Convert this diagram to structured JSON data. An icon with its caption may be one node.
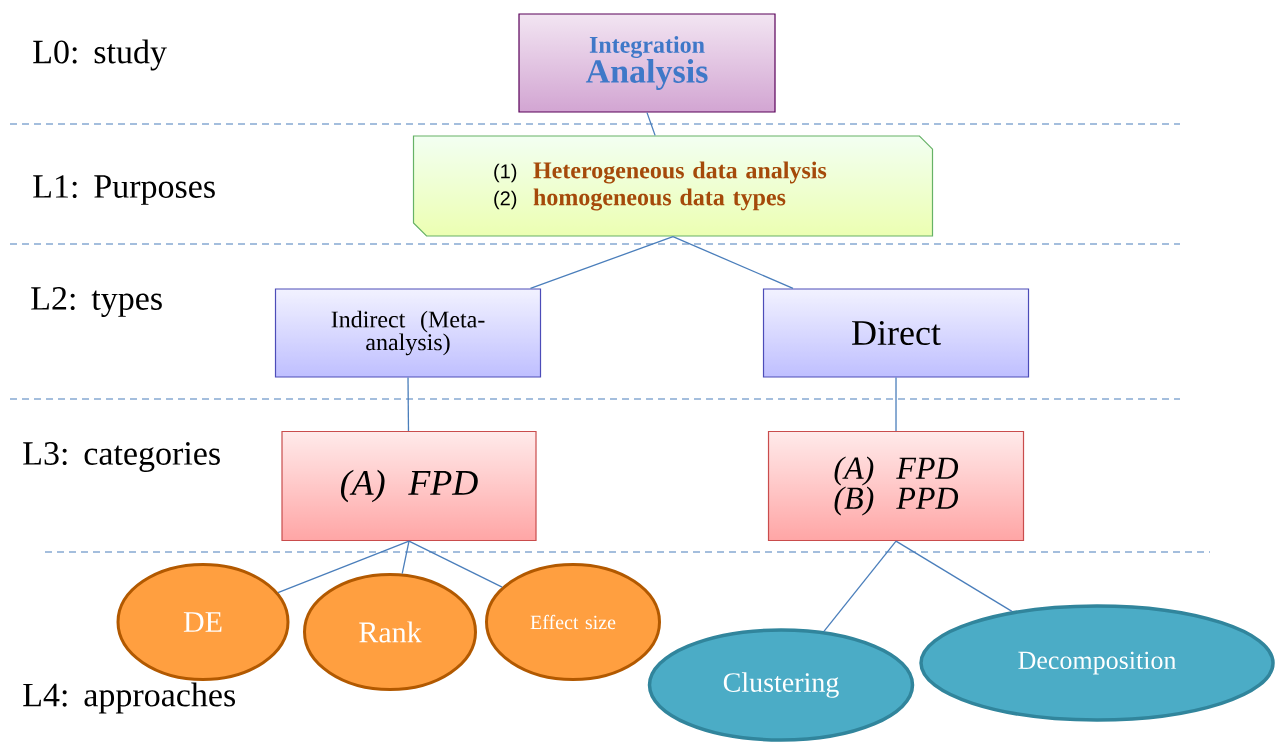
{
  "diagram": {
    "nodes": [
      {
        "text": [
          "Integration",
          "Analysis"
        ]
      },
      {
        "text": [
          "(1)",
          "Heterogeneous data analysis",
          "(2)",
          "homogeneous data types"
        ]
      },
      {
        "text": [
          "Indirect (Meta-analysis)"
        ]
      },
      {
        "text": [
          "Direct"
        ]
      },
      {
        "text": [
          "(A) FPD"
        ]
      },
      {
        "text": [
          "(A) FPD",
          "(B) PPD"
        ]
      },
      {
        "text": [
          "DE"
        ]
      },
      {
        "text": [
          "Rank"
        ]
      },
      {
        "text": [
          "Effect size"
        ]
      },
      {
        "text": [
          "Clustering"
        ]
      },
      {
        "text": [
          "Decomposition"
        ]
      }
    ],
    "edges": [
      {
        "from": 0,
        "to": 1,
        "arrow": "none"
      },
      {
        "from": 1,
        "to": 2,
        "arrow": "none"
      },
      {
        "from": 1,
        "to": 3,
        "arrow": "none"
      },
      {
        "from": 2,
        "to": 4,
        "arrow": "none"
      },
      {
        "from": 3,
        "to": 5,
        "arrow": "none"
      },
      {
        "from": 4,
        "to": 6,
        "arrow": "none"
      },
      {
        "from": 4,
        "to": 7,
        "arrow": "none"
      },
      {
        "from": 4,
        "to": 8,
        "arrow": "none"
      },
      {
        "from": 5,
        "to": 9,
        "arrow": "none"
      },
      {
        "from": 5,
        "to": 10,
        "arrow": "none"
      }
    ],
    "labels": [
      "L0: study",
      "L1: Purposes",
      "L2: types",
      "L3: categories",
      "L4: approaches"
    ]
  }
}
